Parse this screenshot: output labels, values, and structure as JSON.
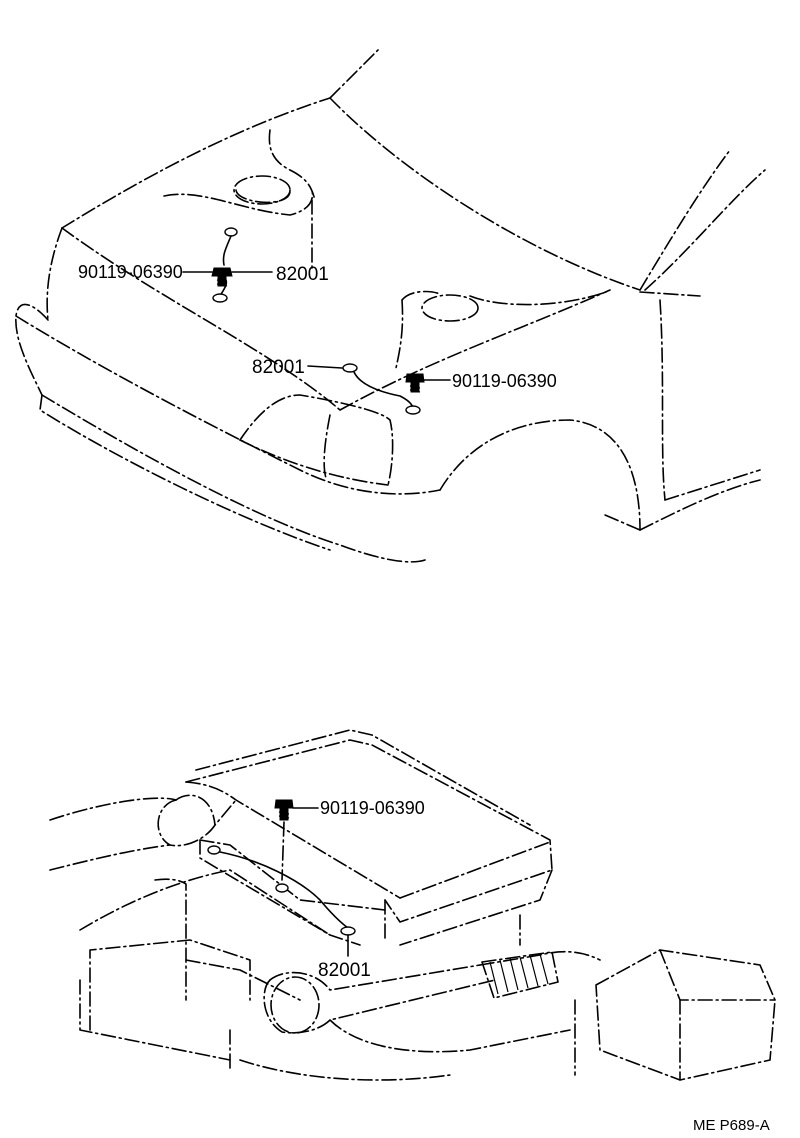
{
  "top_view": {
    "labels": {
      "screw_a": "90119-06390",
      "strap_a": "82001",
      "strap_b": "82001",
      "screw_b": "90119-06390"
    }
  },
  "bottom_view": {
    "labels": {
      "screw_c": "90119-06390",
      "strap_c": "82001"
    }
  },
  "footer": {
    "reference": "ME P689-A"
  }
}
